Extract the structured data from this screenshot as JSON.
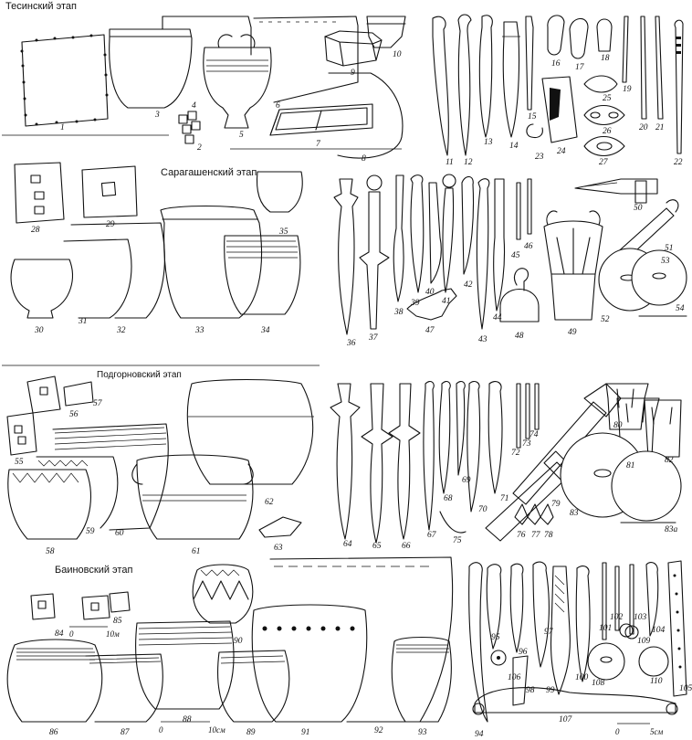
{
  "stages": {
    "tesinsky": "Тесинский этап",
    "saragashensky": "Сарагашенский этап",
    "podgornovsky": "Подгорновский этап",
    "bainovsky": "Баиновский этап"
  },
  "scales": {
    "plans": "10м",
    "pots": "10см",
    "bronzes": "5см",
    "zero": "0"
  },
  "figure_numbers": [
    "1",
    "2",
    "3",
    "4",
    "5",
    "6",
    "7",
    "8",
    "9",
    "10",
    "11",
    "12",
    "13",
    "14",
    "15",
    "16",
    "17",
    "18",
    "19",
    "20",
    "21",
    "22",
    "23",
    "24",
    "25",
    "26",
    "27",
    "28",
    "29",
    "30",
    "31",
    "32",
    "33",
    "34",
    "35",
    "36",
    "37",
    "38",
    "39",
    "40",
    "41",
    "42",
    "43",
    "44",
    "45",
    "46",
    "47",
    "48",
    "49",
    "50",
    "51",
    "52",
    "53",
    "54",
    "55",
    "56",
    "57",
    "58",
    "59",
    "60",
    "61",
    "62",
    "63",
    "64",
    "65",
    "66",
    "67",
    "68",
    "69",
    "70",
    "71",
    "72",
    "73",
    "74",
    "75",
    "76",
    "77",
    "78",
    "79",
    "80",
    "81",
    "82",
    "83",
    "83а",
    "84",
    "85",
    "86",
    "87",
    "88",
    "89",
    "90",
    "91",
    "92",
    "93",
    "94",
    "95",
    "96",
    "97",
    "98",
    "99",
    "100",
    "101",
    "102",
    "103",
    "104",
    "105",
    "106",
    "107",
    "108",
    "109",
    "110"
  ]
}
